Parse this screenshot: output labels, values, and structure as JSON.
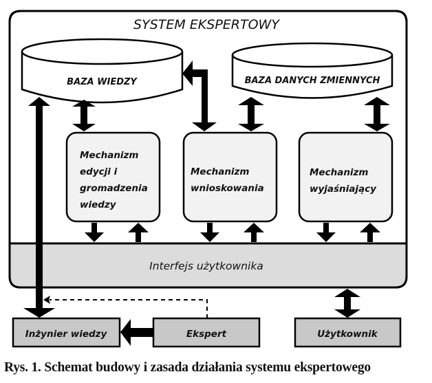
{
  "title": "SYSTEM EKSPERTOWY",
  "databases": [
    {
      "id": "knowledge-base",
      "label": "BAZA WIEDZY"
    },
    {
      "id": "variables-db",
      "label": "BAZA DANYCH ZMIENNYCH"
    }
  ],
  "mechanisms": [
    {
      "id": "knowledge-editing",
      "lines": [
        "Mechanizm",
        "edycji i",
        "gromadzenia",
        "wiedzy"
      ]
    },
    {
      "id": "inference",
      "lines": [
        "Mechanizm",
        "wnioskowania"
      ]
    },
    {
      "id": "explanation",
      "lines": [
        "Mechanizm",
        "wyjaśniający"
      ]
    }
  ],
  "interface": {
    "label": "Interfejs użytkownika"
  },
  "actors": [
    {
      "id": "knowledge-engineer",
      "label": "Inżynier wiedzy"
    },
    {
      "id": "expert",
      "label": "Ekspert"
    },
    {
      "id": "user",
      "label": "Użytkownik"
    }
  ],
  "caption": "Rys. 1. Schemat budowy i zasada działania systemu ekspertowego",
  "colors": {
    "interface_fill": "#dcdcdc",
    "mechanism_fill": "#f2f2f2",
    "actor_fill": "#c8c8c8",
    "stroke": "#000000"
  }
}
